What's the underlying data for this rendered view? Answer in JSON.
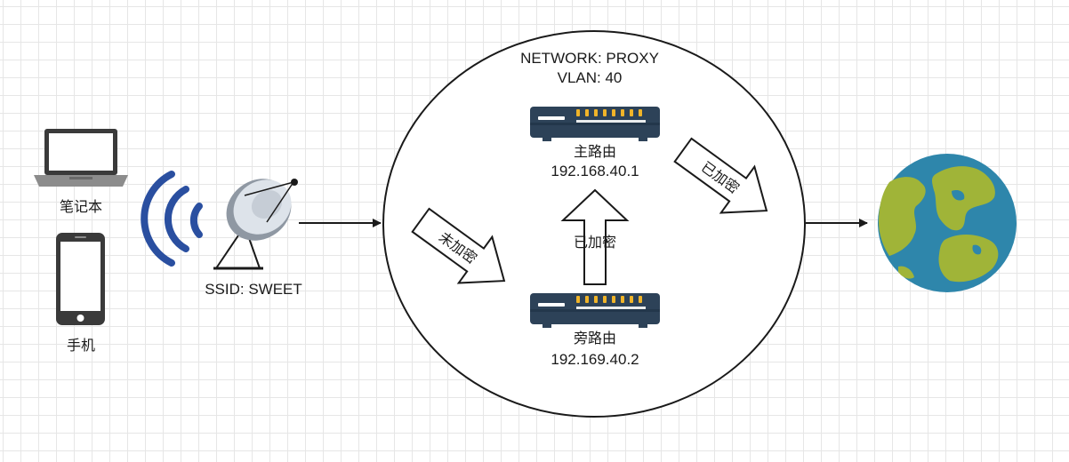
{
  "devices": {
    "laptop": {
      "label": "笔记本",
      "icon": "laptop-icon"
    },
    "phone": {
      "label": "手机",
      "icon": "smartphone-icon"
    }
  },
  "access_point": {
    "label": "SSID: SWEET",
    "icon": "satellite-dish-icon"
  },
  "network": {
    "title_line1": "NETWORK: PROXY",
    "title_line2": "VLAN: 40"
  },
  "main_router": {
    "name": "主路由",
    "ip": "192.168.40.1",
    "icon": "router-icon"
  },
  "side_router": {
    "name": "旁路由",
    "ip": "192.169.40.2",
    "icon": "router-icon"
  },
  "flows": {
    "unencrypted": "未加密",
    "encrypted_up": "已加密",
    "encrypted_out": "已加密"
  },
  "internet": {
    "icon": "globe-icon"
  },
  "colors": {
    "router_body": "#2d4258",
    "router_led": "#f0b429",
    "wifi_waves": "#2a4fa0",
    "globe_ocean": "#2e86ab",
    "globe_land": "#a0b438",
    "stroke": "#1a1a1a"
  }
}
